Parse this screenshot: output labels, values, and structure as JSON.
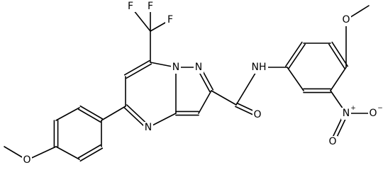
{
  "molecule": {
    "atoms": {
      "F1": "F",
      "F2": "F",
      "F3": "F",
      "N_bridge": "N",
      "N_pyrazole": "N",
      "N_pyrimidine": "N",
      "NH": "NH",
      "O_carbonyl": "O",
      "O_methoxy_right": "O",
      "O_methoxy_left": "O",
      "N_nitro": "N",
      "O_nitro_single": "O",
      "O_nitro_double": "O"
    },
    "charges": {
      "N_nitro": "+",
      "O_nitro_single": "−"
    }
  },
  "colors": {
    "bond": "#000000",
    "background": "#ffffff"
  }
}
